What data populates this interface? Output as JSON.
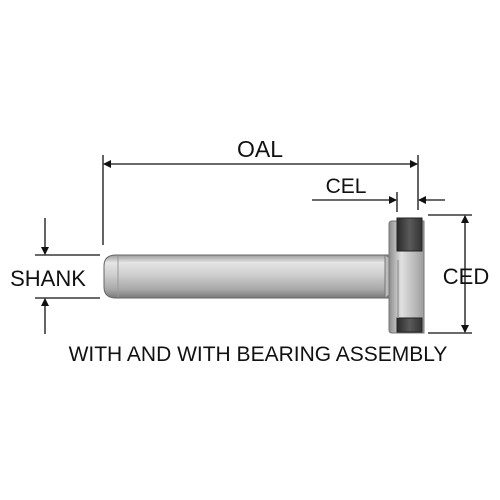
{
  "diagram": {
    "labels": {
      "oal": "OAL",
      "cel": "CEL",
      "shank": "SHANK",
      "ced": "CED",
      "caption": "WITH AND WITH BEARING ASSEMBLY"
    },
    "colors": {
      "line": "#111111",
      "shank_light": "#e3e3e3",
      "shank_mid": "#b5b5b5",
      "shank_dark": "#7d7d7d",
      "cutter_dark": "#3a3a3a"
    }
  }
}
